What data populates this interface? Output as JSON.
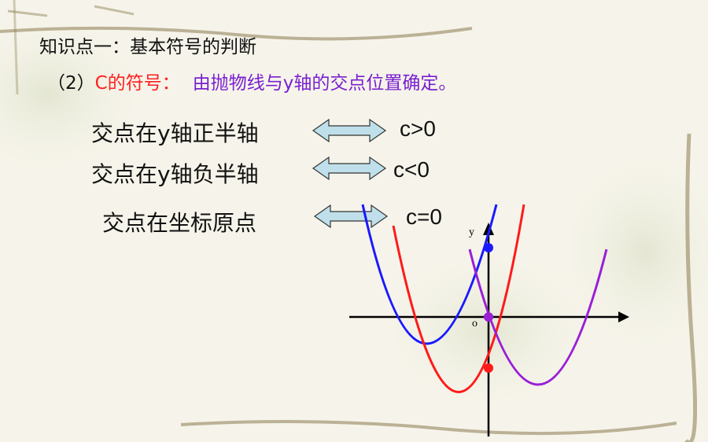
{
  "heading": "知识点一：基本符号的判断",
  "subheading": {
    "number": "（2）",
    "c_label": "C的符号：",
    "rule": "由抛物线与y轴的交点位置确定。"
  },
  "rows": [
    {
      "label": "交点在y轴正半轴",
      "condition": "c>0"
    },
    {
      "label": "交点在y轴负半轴",
      "condition": "c<0"
    },
    {
      "label": "交点在坐标原点",
      "condition": "c=0"
    }
  ],
  "graph": {
    "y_axis_label": "y",
    "origin_label": "o",
    "colors": {
      "blue": "#1a1aff",
      "red": "#ff1a1a",
      "purple": "#9a1fd6",
      "axis": "#000000"
    }
  },
  "arrow_color": "#bfe0ea"
}
